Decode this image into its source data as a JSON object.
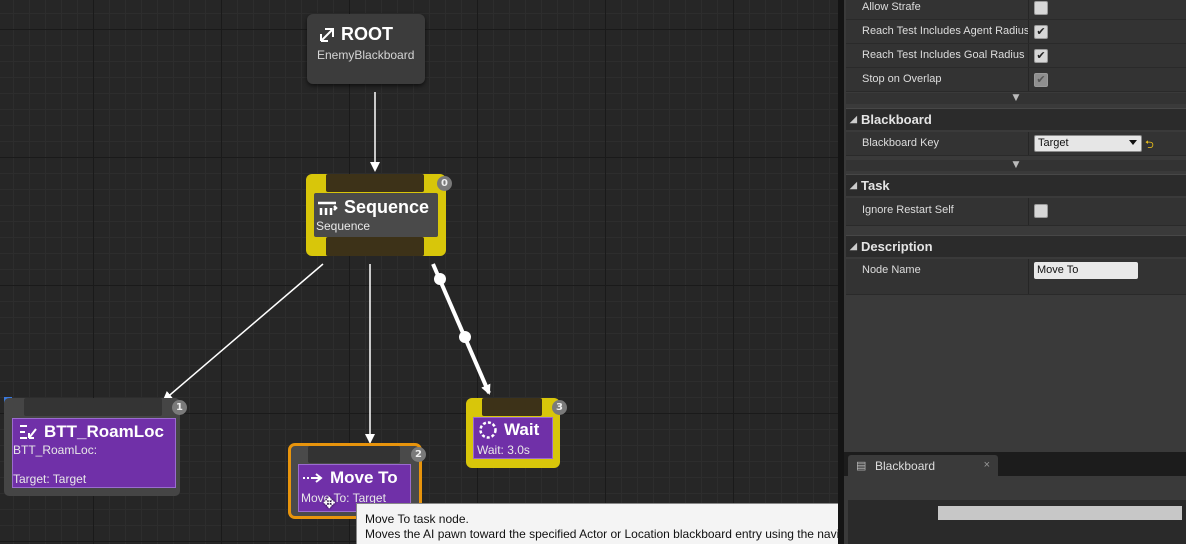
{
  "graph": {
    "root": {
      "title": "ROOT",
      "subtitle": "EnemyBlackboard"
    },
    "sequence": {
      "title": "Sequence",
      "subtitle": "Sequence",
      "index": "0"
    },
    "nodes": [
      {
        "title": "BTT_RoamLoc",
        "line1": "BTT_RoamLoc:",
        "line2": "Target: Target",
        "index": "1"
      },
      {
        "title": "Move To",
        "line1": "Move To: Target",
        "index": "2"
      },
      {
        "title": "Wait",
        "line1": "Wait: 3.0s",
        "index": "3"
      }
    ],
    "tooltip": {
      "line1": "Move To task node.",
      "line2": "Moves the AI pawn toward the specified Actor or Location blackboard entry using the navigation system."
    },
    "colors": {
      "composite": "#d8c60a",
      "task": "#7030a8",
      "selected_outline": "#e8940c",
      "wire": "#ffffff"
    }
  },
  "details": {
    "props_top": [
      {
        "label": "Allow Strafe",
        "checked": false,
        "dim": false
      },
      {
        "label": "Reach Test Includes Agent Radius",
        "checked": true,
        "dim": false
      },
      {
        "label": "Reach Test Includes Goal Radius",
        "checked": true,
        "dim": false
      },
      {
        "label": "Stop on Overlap",
        "checked": true,
        "dim": true
      }
    ],
    "blackboard_section": {
      "header": "Blackboard",
      "key_label": "Blackboard Key",
      "key_value": "Target"
    },
    "task_section": {
      "header": "Task",
      "ignore_label": "Ignore Restart Self",
      "ignore_checked": false
    },
    "description_section": {
      "header": "Description",
      "node_name_label": "Node Name",
      "node_name_value": "Move To"
    },
    "blackboard_tab": {
      "label": "Blackboard",
      "close": "×"
    }
  }
}
